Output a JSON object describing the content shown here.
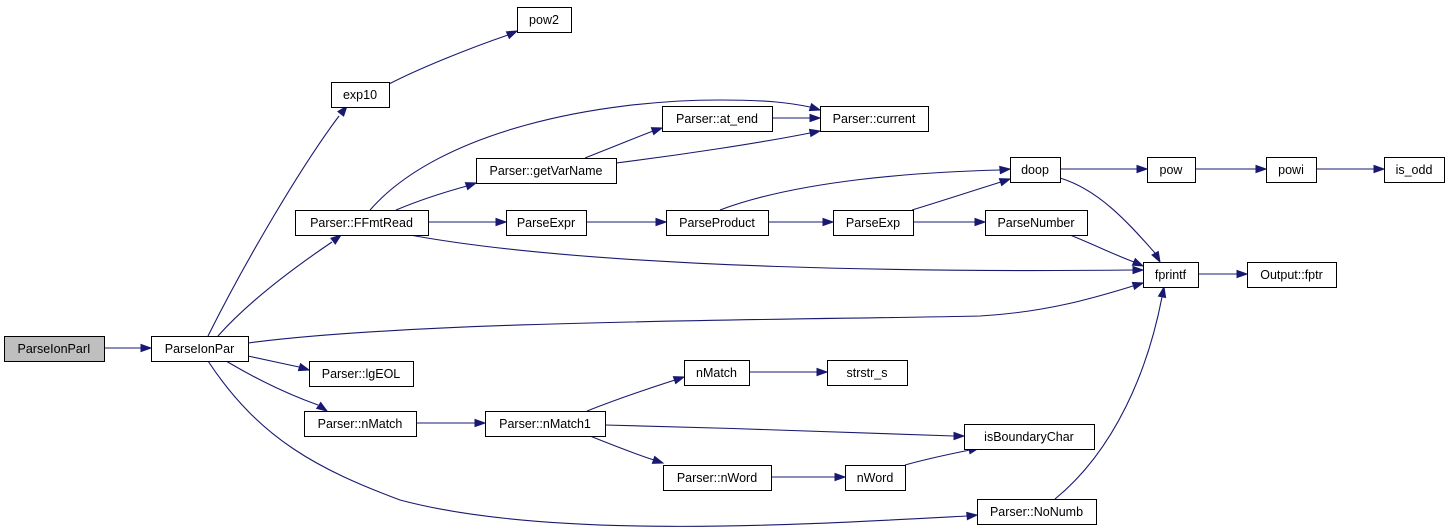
{
  "graph": {
    "colors": {
      "edge": "#191970",
      "root_fill": "#bfbfbf",
      "node_fill": "#ffffff",
      "node_border": "#000000"
    },
    "nodes": [
      {
        "id": "ParseIonParI",
        "label": "ParseIonParI",
        "root": true
      },
      {
        "id": "ParseIonPar",
        "label": "ParseIonPar"
      },
      {
        "id": "exp10",
        "label": "exp10"
      },
      {
        "id": "pow2",
        "label": "pow2"
      },
      {
        "id": "FFmtRead",
        "label": "Parser::FFmtRead"
      },
      {
        "id": "getVarName",
        "label": "Parser::getVarName"
      },
      {
        "id": "at_end",
        "label": "Parser::at_end"
      },
      {
        "id": "current",
        "label": "Parser::current"
      },
      {
        "id": "ParseExpr",
        "label": "ParseExpr"
      },
      {
        "id": "ParseProduct",
        "label": "ParseProduct"
      },
      {
        "id": "ParseExp",
        "label": "ParseExp"
      },
      {
        "id": "ParseNumber",
        "label": "ParseNumber"
      },
      {
        "id": "doop",
        "label": "doop"
      },
      {
        "id": "pow",
        "label": "pow"
      },
      {
        "id": "powi",
        "label": "powi"
      },
      {
        "id": "is_odd",
        "label": "is_odd"
      },
      {
        "id": "fprintf",
        "label": "fprintf"
      },
      {
        "id": "fptr",
        "label": "Output::fptr"
      },
      {
        "id": "lgEOL",
        "label": "Parser::lgEOL"
      },
      {
        "id": "PnMatch",
        "label": "Parser::nMatch"
      },
      {
        "id": "PnMatch1",
        "label": "Parser::nMatch1"
      },
      {
        "id": "nMatch",
        "label": "nMatch"
      },
      {
        "id": "strstr_s",
        "label": "strstr_s"
      },
      {
        "id": "isBoundaryChar",
        "label": "isBoundaryChar"
      },
      {
        "id": "PnWord",
        "label": "Parser::nWord"
      },
      {
        "id": "nWord",
        "label": "nWord"
      },
      {
        "id": "NoNumb",
        "label": "Parser::NoNumb"
      }
    ],
    "edges": [
      {
        "from": "ParseIonParI",
        "to": "ParseIonPar"
      },
      {
        "from": "ParseIonPar",
        "to": "exp10"
      },
      {
        "from": "ParseIonPar",
        "to": "FFmtRead"
      },
      {
        "from": "ParseIonPar",
        "to": "fprintf"
      },
      {
        "from": "ParseIonPar",
        "to": "lgEOL"
      },
      {
        "from": "ParseIonPar",
        "to": "PnMatch"
      },
      {
        "from": "ParseIonPar",
        "to": "NoNumb"
      },
      {
        "from": "exp10",
        "to": "pow2"
      },
      {
        "from": "FFmtRead",
        "to": "current"
      },
      {
        "from": "FFmtRead",
        "to": "getVarName"
      },
      {
        "from": "FFmtRead",
        "to": "ParseExpr"
      },
      {
        "from": "FFmtRead",
        "to": "fprintf"
      },
      {
        "from": "getVarName",
        "to": "at_end"
      },
      {
        "from": "getVarName",
        "to": "current"
      },
      {
        "from": "at_end",
        "to": "current"
      },
      {
        "from": "ParseExpr",
        "to": "ParseProduct"
      },
      {
        "from": "ParseProduct",
        "to": "doop"
      },
      {
        "from": "ParseProduct",
        "to": "ParseExp"
      },
      {
        "from": "ParseExp",
        "to": "doop"
      },
      {
        "from": "ParseExp",
        "to": "ParseNumber"
      },
      {
        "from": "ParseNumber",
        "to": "fprintf"
      },
      {
        "from": "doop",
        "to": "pow"
      },
      {
        "from": "doop",
        "to": "fprintf"
      },
      {
        "from": "pow",
        "to": "powi"
      },
      {
        "from": "powi",
        "to": "is_odd"
      },
      {
        "from": "fprintf",
        "to": "fptr"
      },
      {
        "from": "PnMatch",
        "to": "PnMatch1"
      },
      {
        "from": "PnMatch1",
        "to": "nMatch"
      },
      {
        "from": "PnMatch1",
        "to": "isBoundaryChar"
      },
      {
        "from": "PnMatch1",
        "to": "PnWord"
      },
      {
        "from": "nMatch",
        "to": "strstr_s"
      },
      {
        "from": "PnWord",
        "to": "nWord"
      },
      {
        "from": "nWord",
        "to": "isBoundaryChar"
      },
      {
        "from": "NoNumb",
        "to": "fprintf"
      }
    ]
  }
}
